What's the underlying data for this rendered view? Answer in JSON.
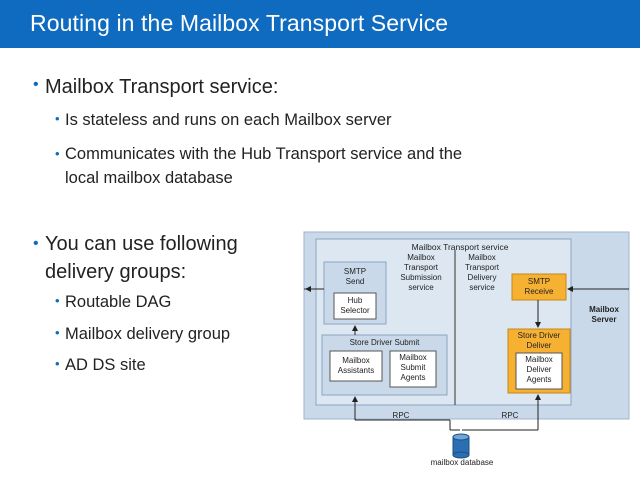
{
  "header": {
    "title": "Routing in the Mailbox Transport Service"
  },
  "bullets": [
    {
      "text": "Mailbox Transport service:",
      "level": 1
    },
    {
      "text": "Is stateless and runs on each Mailbox server",
      "level": 2
    },
    {
      "text": "Communicates with the Hub Transport service and the local mailbox database",
      "level": 2,
      "lines": [
        "Communicates with the Hub Transport service and the",
        "local mailbox database"
      ]
    },
    {
      "text": "You can use following delivery groups:",
      "level": 1,
      "lines": [
        "You can use following",
        "delivery groups:"
      ]
    },
    {
      "text": "Routable DAG",
      "level": 2
    },
    {
      "text": "Mailbox delivery group",
      "level": 2
    },
    {
      "text": "AD DS site",
      "level": 2
    }
  ],
  "diagram": {
    "outer_label": "Mailbox Transport service",
    "submission_label": [
      "Mailbox",
      "Transport",
      "Submission",
      "service"
    ],
    "delivery_label": [
      "Mailbox",
      "Transport",
      "Delivery",
      "service"
    ],
    "smtp_send": [
      "SMTP",
      "Send"
    ],
    "hub_selector": [
      "Hub",
      "Selector"
    ],
    "store_driver_submit": "Store Driver Submit",
    "mailbox_assistants": [
      "Mailbox",
      "Assistants"
    ],
    "mailbox_submit_agents": [
      "Mailbox",
      "Submit",
      "Agents"
    ],
    "smtp_receive": [
      "SMTP",
      "Receive"
    ],
    "store_driver_deliver": [
      "Store Driver",
      "Deliver"
    ],
    "mailbox_deliver_agents": [
      "Mailbox",
      "Deliver",
      "Agents"
    ],
    "server_label": [
      "Mailbox",
      "Server"
    ],
    "rpc_left": "RPC",
    "rpc_right": "RPC",
    "database_label": "mailbox database",
    "colors": {
      "accent": "#0e6bbf",
      "orange": "#f6b133",
      "panel": "#c9d9ea",
      "panelInner": "#dde7f2"
    }
  }
}
